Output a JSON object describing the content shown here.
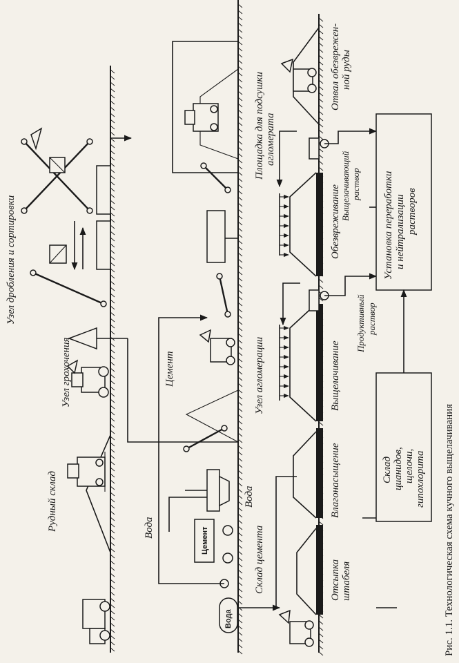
{
  "figure": {
    "caption": "Рис. 1.1. Технологическая схема кучного выщелачивания"
  },
  "labels": {
    "crushing_sorting": "Узел дробления и сортировки",
    "screening": "Узел грохочения",
    "ore_stockpile": "Рудный склад",
    "drying_pad_line1": "Площадка для подсушки",
    "drying_pad_line2": "агломерата",
    "cement": "Цемент",
    "agglomeration": "Узел агломерации",
    "cement_store_line1": "Склад цемента",
    "cement_store_line2": "Вода",
    "water_top": "Вода",
    "spent_ore_line1": "Отвал обезврежен-",
    "spent_ore_line2": "ной руды",
    "processing_line1": "Установка переработки",
    "processing_line2": "и нейтрализации",
    "processing_line3": "растворов",
    "leach_solution_line1": "Выщелачивающий",
    "leach_solution_line2": "раствор",
    "productive_line1": "Продуктивный",
    "productive_line2": "раствор",
    "detox": "Обезвреживание",
    "leaching": "Выщелачивание",
    "moistening": "Влагонасыщение",
    "stacking_line1": "Отсыпка",
    "stacking_line2": "штабеля",
    "reagent_line1": "Склад",
    "reagent_line2": "цианидов,",
    "reagent_line3": "щелочи,",
    "reagent_line4": "гипохлорита",
    "cement_tank": "Цемент",
    "water_tank": "Вода"
  }
}
